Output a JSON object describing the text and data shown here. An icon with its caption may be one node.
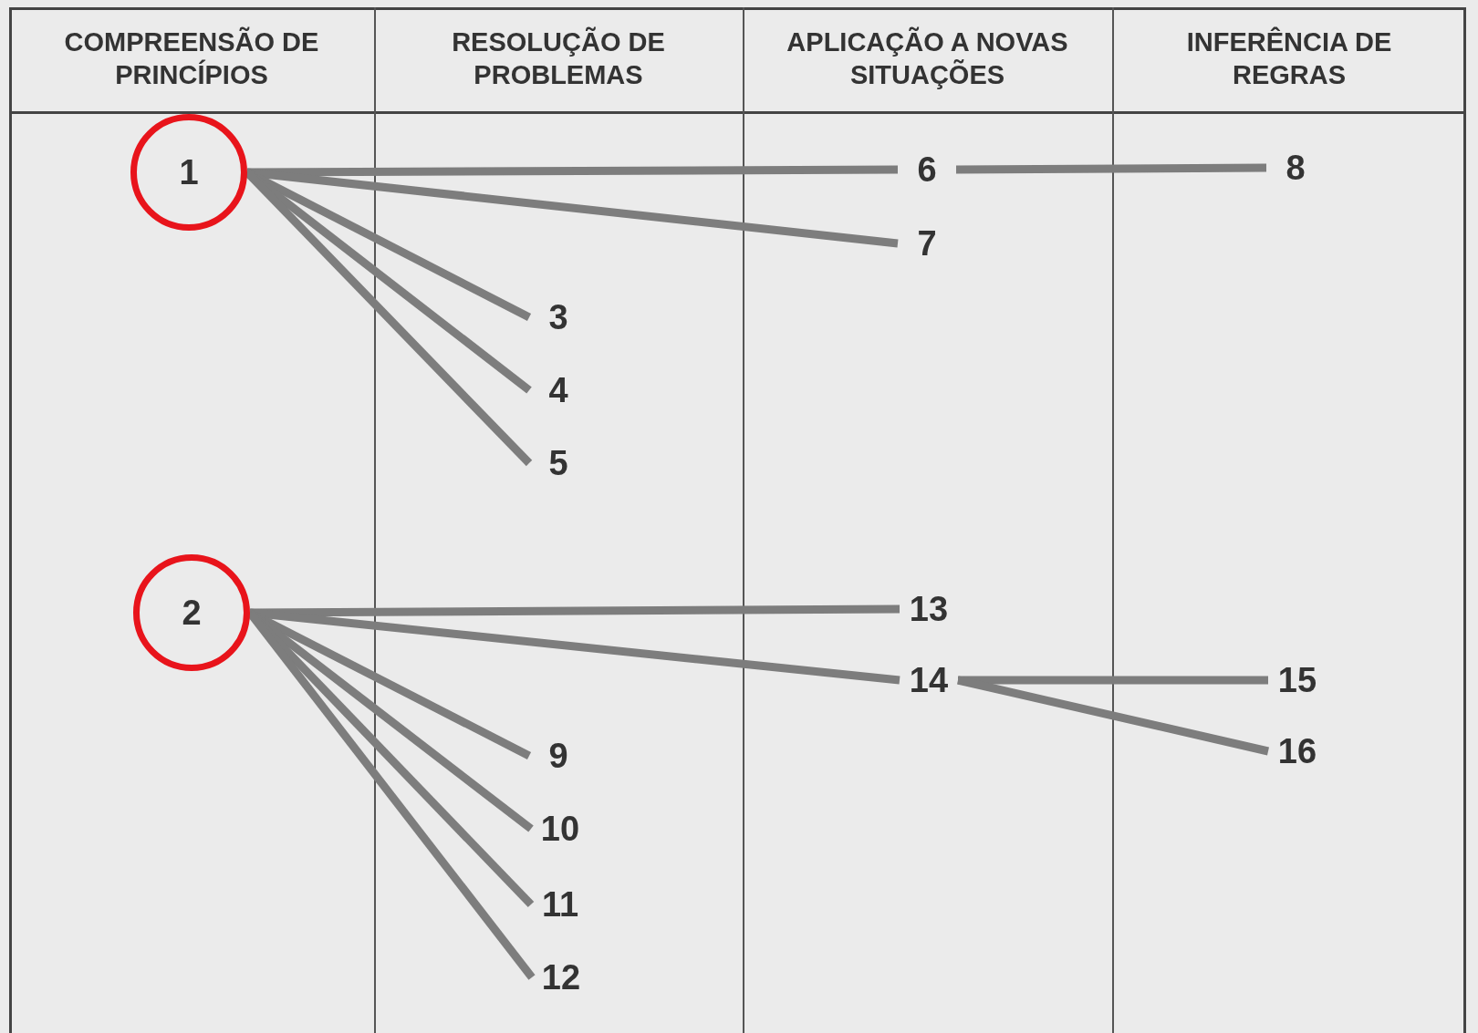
{
  "diagram": {
    "nodes": [
      {
        "text": [
          "1"
        ]
      },
      {
        "text": [
          "2"
        ]
      },
      {
        "text": [
          "3"
        ]
      },
      {
        "text": [
          "4"
        ]
      },
      {
        "text": [
          "5"
        ]
      },
      {
        "text": [
          "6"
        ]
      },
      {
        "text": [
          "7"
        ]
      },
      {
        "text": [
          "8"
        ]
      },
      {
        "text": [
          "9"
        ]
      },
      {
        "text": [
          "10"
        ]
      },
      {
        "text": [
          "11"
        ]
      },
      {
        "text": [
          "12"
        ]
      },
      {
        "text": [
          "13"
        ]
      },
      {
        "text": [
          "14"
        ]
      },
      {
        "text": [
          "15"
        ]
      },
      {
        "text": [
          "16"
        ]
      }
    ],
    "edges": [
      {
        "from": 0,
        "to": 5,
        "arrow": "none"
      },
      {
        "from": 5,
        "to": 7,
        "arrow": "none"
      },
      {
        "from": 0,
        "to": 6,
        "arrow": "none"
      },
      {
        "from": 0,
        "to": 2,
        "arrow": "none"
      },
      {
        "from": 0,
        "to": 3,
        "arrow": "none"
      },
      {
        "from": 0,
        "to": 4,
        "arrow": "none"
      },
      {
        "from": 1,
        "to": 12,
        "arrow": "none"
      },
      {
        "from": 1,
        "to": 13,
        "arrow": "none"
      },
      {
        "from": 1,
        "to": 8,
        "arrow": "none"
      },
      {
        "from": 1,
        "to": 9,
        "arrow": "none"
      },
      {
        "from": 1,
        "to": 10,
        "arrow": "none"
      },
      {
        "from": 1,
        "to": 11,
        "arrow": "none"
      },
      {
        "from": 13,
        "to": 14,
        "arrow": "none"
      },
      {
        "from": 13,
        "to": 15,
        "arrow": "none"
      }
    ],
    "labels": [
      "COMPREENSÃO DE PRINCÍPIOS",
      "RESOLUÇÃO DE PROBLEMAS",
      "APLICAÇÃO A NOVAS SITUAÇÕES",
      "INFERÊNCIA DE REGRAS"
    ]
  }
}
